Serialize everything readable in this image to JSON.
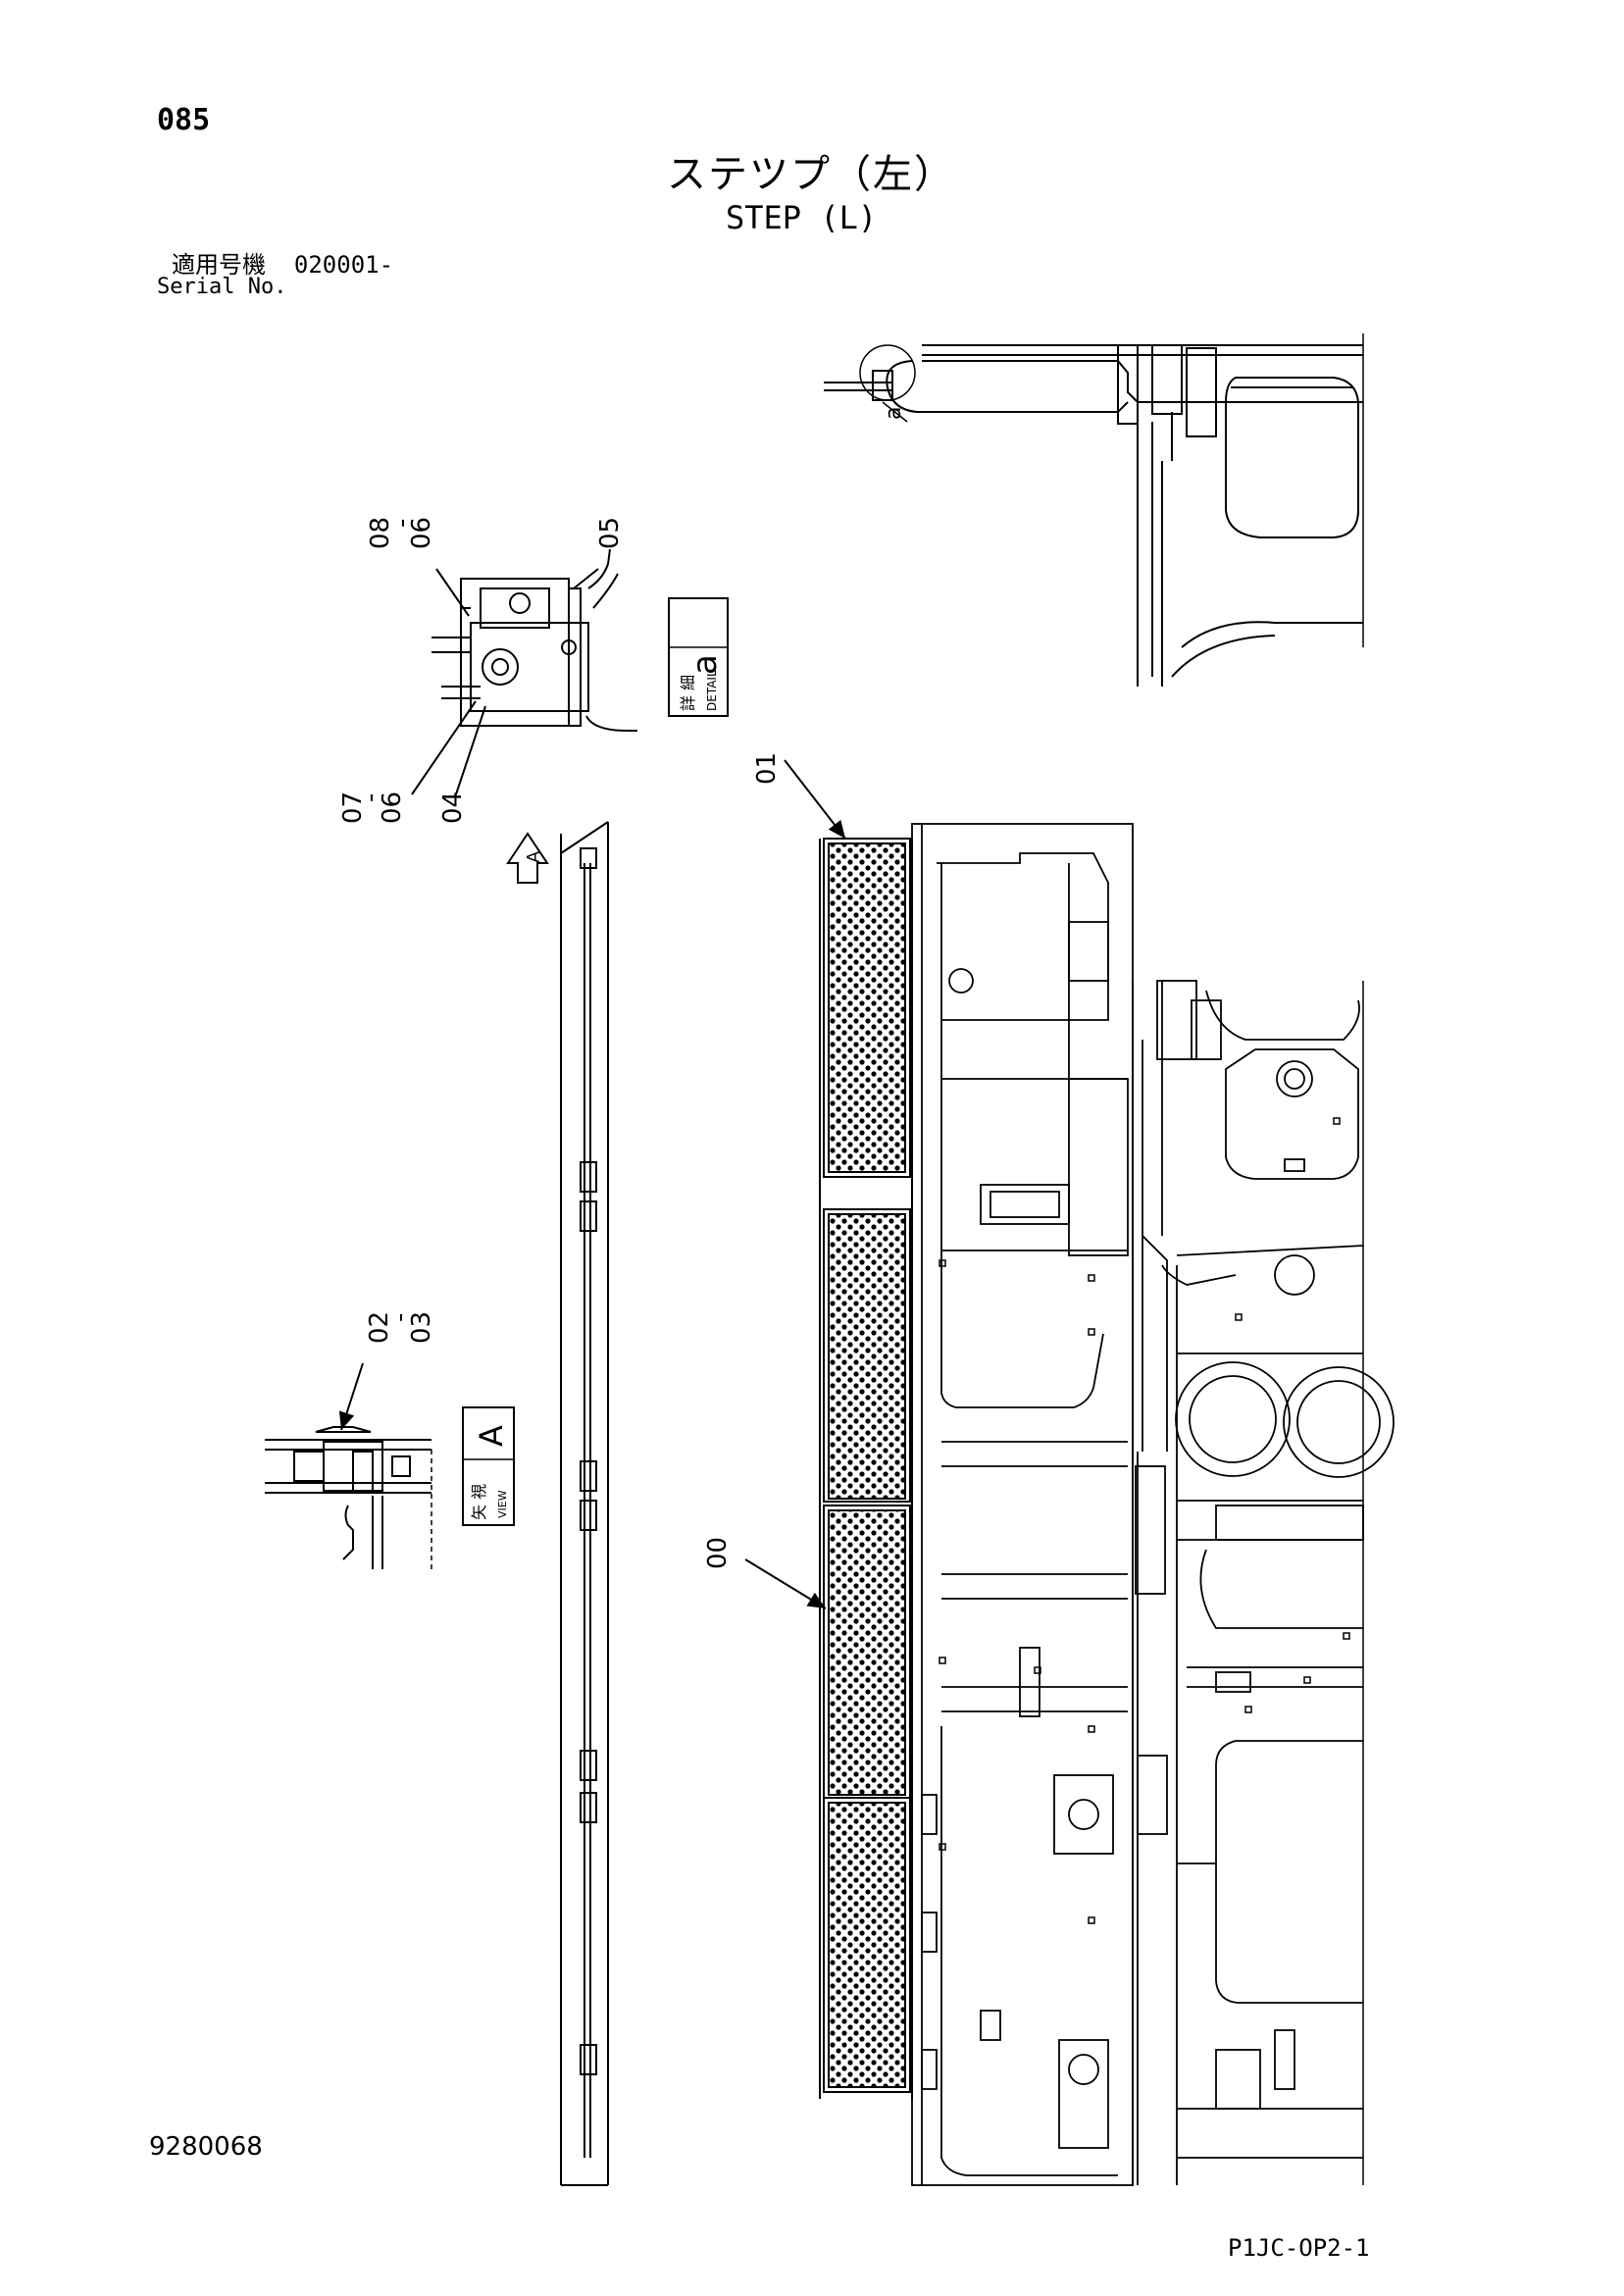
{
  "header": {
    "page_number": "085",
    "title_jp": "ステツプ（左）",
    "title_en": "STEP (L)",
    "serial_label_jp": "適用号機",
    "serial_value": "020001-",
    "serial_label_en": "Serial No."
  },
  "callouts": {
    "c00": "00",
    "c01": "01",
    "c02": "02",
    "c03": "03",
    "c04": "04",
    "c05": "05",
    "c06a": "06",
    "c06b": "06",
    "c07": "07",
    "c08": "08",
    "dash": "-",
    "a_marker": "a"
  },
  "labels": {
    "detail_jp": "詳 細",
    "detail_en": "DETAIL",
    "detail_letter": "a",
    "view_jp": "矢 視",
    "view_en": "VIEW",
    "view_letter": "A",
    "arrow_letter": "A"
  },
  "footer": {
    "figure_number": "9280068",
    "reference_code": "P1JC-OP2-1"
  }
}
